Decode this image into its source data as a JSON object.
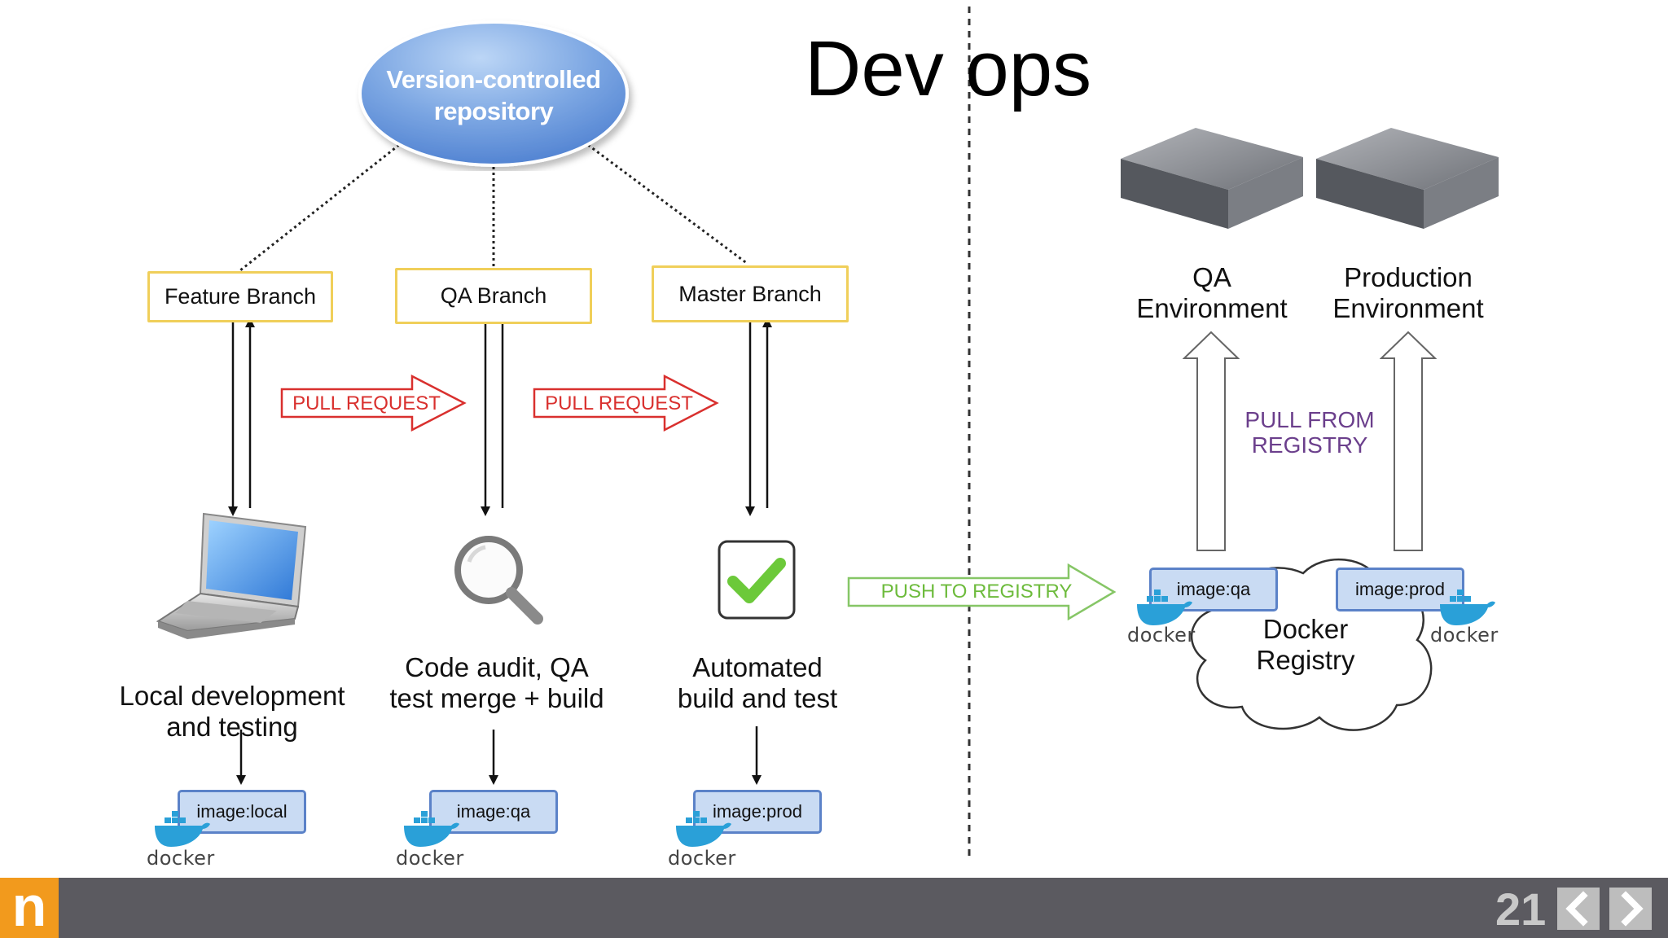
{
  "title": "Dev ops",
  "repository": {
    "label_line1": "Version-controlled",
    "label_line2": "repository"
  },
  "branches": {
    "feature": "Feature Branch",
    "qa": "QA Branch",
    "master": "Master Branch"
  },
  "arrows": {
    "pull_request_1": "PULL REQUEST",
    "pull_request_2": "PULL REQUEST",
    "push_to_registry": "PUSH TO REGISTRY",
    "pull_from_registry_line1": "PULL FROM",
    "pull_from_registry_line2": "REGISTRY"
  },
  "steps": {
    "local": {
      "line1": "Local development",
      "line2": "and testing"
    },
    "audit": {
      "line1": "Code audit, QA",
      "line2": "test merge + build"
    },
    "auto": {
      "line1": "Automated",
      "line2": "build and test"
    }
  },
  "images": {
    "local": "image:local",
    "qa": "image:qa",
    "prod": "image:prod",
    "registry_qa": "image:qa",
    "registry_prod": "image:prod"
  },
  "docker_word": "docker",
  "registry": {
    "line1": "Docker",
    "line2": "Registry"
  },
  "environments": {
    "qa": {
      "line1": "QA",
      "line2": "Environment"
    },
    "prod": {
      "line1": "Production",
      "line2": "Environment"
    }
  },
  "footer": {
    "logo": "n",
    "page_number": "21"
  },
  "icons": [
    "laptop-icon",
    "magnifier-icon",
    "checkmark-icon",
    "server-icon",
    "docker-whale-icon",
    "chevron-left-icon",
    "chevron-right-icon"
  ],
  "colors": {
    "branch_border": "#f0cf5a",
    "pull_request": "#d9302e",
    "push_to_registry": "#6dbb3c",
    "pull_from_registry": "#6b3f8c",
    "image_tag_fill": "#c9dbf3",
    "footer_bg": "#5b5a60",
    "logo_bg": "#f29a1d"
  }
}
